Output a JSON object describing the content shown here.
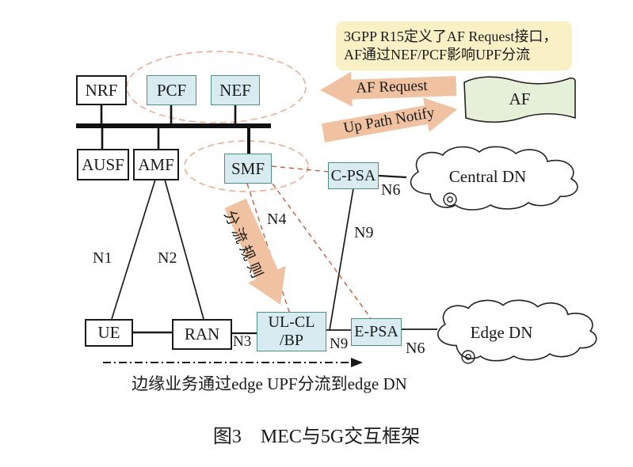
{
  "figure": {
    "caption": "图3　MEC与5G交互框架",
    "bottom_note": "边缘业务通过edge UPF分流到edge DN"
  },
  "callout": {
    "line1": "3GPP R15定义了AF Request接口，",
    "line2": "AF通过NEF/PCF影响UPF分流"
  },
  "arrows": {
    "af_request": "AF Request",
    "up_path_notify": "Up Path Notify",
    "offload_rule": "分流规则"
  },
  "nodes": {
    "nrf": "NRF",
    "pcf": "PCF",
    "nef": "NEF",
    "ausf": "AUSF",
    "amf": "AMF",
    "smf": "SMF",
    "cpsa": "C-PSA",
    "ue": "UE",
    "ran": "RAN",
    "ulcl_line1": "UL-CL",
    "ulcl_line2": "/BP",
    "epsa": "E-PSA",
    "af": "AF"
  },
  "clouds": {
    "central_dn": "Central DN",
    "edge_dn": "Edge DN"
  },
  "interfaces": {
    "n1": "N1",
    "n2": "N2",
    "n3": "N3",
    "n4": "N4",
    "n9_core": "N9",
    "n9_edge": "N9",
    "n6_central": "N6",
    "n6_edge": "N6"
  },
  "colors": {
    "nf_box_fill": "#d8ebf1",
    "nf_box_border": "#4f8f85",
    "plain_box_border": "#1a1a1a",
    "callout_fill": "#faf0c6",
    "arrow_fill": "#f0c2a2",
    "af_flag_fill": "#e6efd8",
    "dashed_link": "#bf5f3f",
    "group_ellipse": "#e8b097",
    "text": "#1a1a1a"
  }
}
